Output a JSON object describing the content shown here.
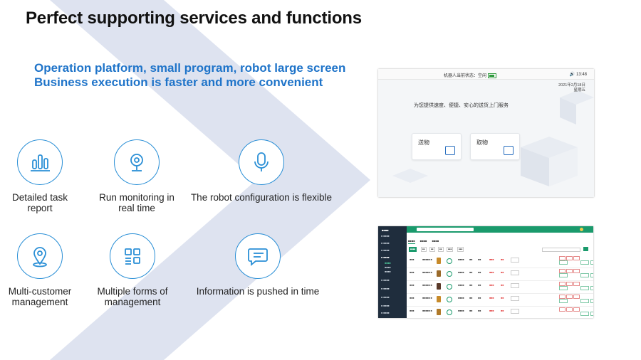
{
  "slide": {
    "title": "Perfect supporting services and functions",
    "subtitle_line1": "Operation platform, small program, robot large screen",
    "subtitle_line2": "Business execution is faster and more convenient"
  },
  "colors": {
    "accent": "#1f74c9",
    "icon_stroke": "#2a8fd6",
    "chevron": "#dde2ef",
    "sidebar": "#1f2d3d",
    "topbar": "#1a9a6c"
  },
  "features": [
    {
      "icon": "bar-chart-icon",
      "label": "Detailed task report"
    },
    {
      "icon": "webcam-icon",
      "label": "Run monitoring in real time"
    },
    {
      "icon": "microphone-icon",
      "label": "The robot configuration is flexible"
    },
    {
      "icon": "location-pin-icon",
      "label": "Multi-customer management"
    },
    {
      "icon": "qr-grid-icon",
      "label": "Multiple forms of management"
    },
    {
      "icon": "chat-bubble-icon",
      "label": "Information is pushed in time"
    }
  ],
  "robot_screen": {
    "status_text": "机器人当前状态：空闲",
    "time": "13:48",
    "date_line1": "2021年2月18日",
    "date_line2": "星期五",
    "tagline": "为您提供速度、便捷、安心的送货上门服务",
    "card_send": "送物",
    "card_pickup": "取物"
  }
}
